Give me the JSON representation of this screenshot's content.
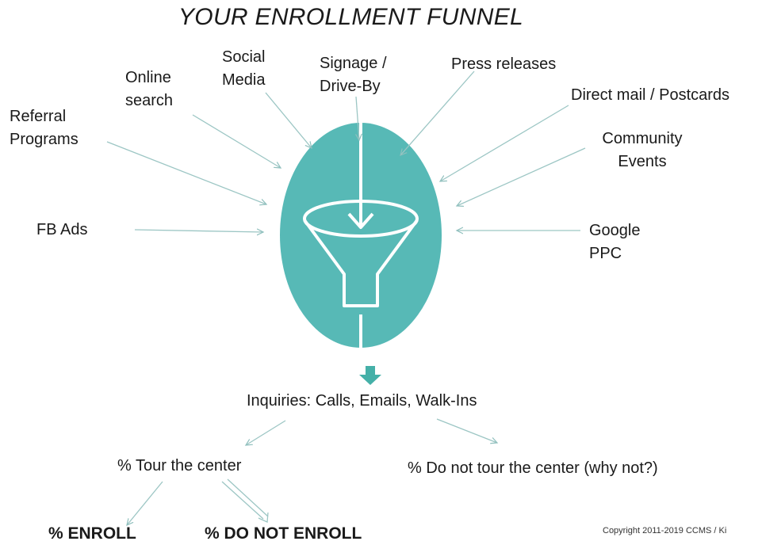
{
  "title": "YOUR ENROLLMENT FUNNEL",
  "colors": {
    "accent": "#57b9b6",
    "arrow": "#a9c9c8",
    "text": "#1a1a1a"
  },
  "sources": {
    "referral": [
      "Referral",
      "Programs"
    ],
    "online": [
      "Online",
      "search"
    ],
    "social": [
      "Social",
      "Media"
    ],
    "signage": [
      "Signage /",
      "Drive-By"
    ],
    "press": "Press releases",
    "mail": "Direct mail / Postcards",
    "community": [
      "Community",
      "Events"
    ],
    "fb": "FB Ads",
    "google": [
      "Google",
      "PPC"
    ]
  },
  "funnel_icon": "funnel-icon",
  "inquiries": "Inquiries: Calls, Emails, Walk-Ins",
  "tour": "% Tour the center",
  "no_tour": "% Do not tour the center (why not?)",
  "enroll": "% ENROLL",
  "no_enroll": "% DO NOT ENROLL",
  "copyright": "Copyright 2011-2019 CCMS / Ki"
}
